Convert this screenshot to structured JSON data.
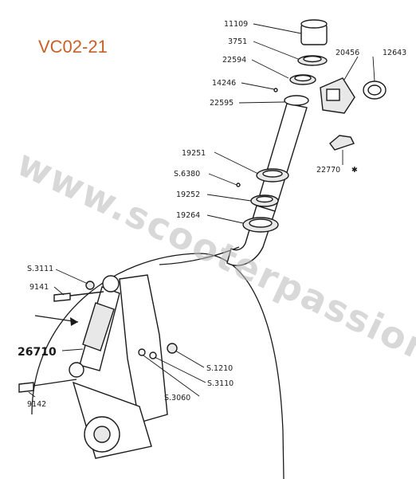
{
  "diagram": {
    "code": "VC02-21",
    "code_color": "#c8602a",
    "watermark": "www.scooterpassion.be",
    "parts": {
      "p11109": "11109",
      "p3751": "3751",
      "p22594": "22594",
      "p14246": "14246",
      "p22595": "22595",
      "p20456": "20456",
      "p12643": "12643",
      "p22770": "22770",
      "p19251": "19251",
      "pS6380": "S.6380",
      "p19252": "19252",
      "p19264": "19264",
      "pS3111": "S.3111",
      "p9141": "9141",
      "p26710": "26710",
      "pS1210": "S.1210",
      "pS3110": "S.3110",
      "pS3060": "S.3060",
      "p9142": "9142"
    }
  }
}
